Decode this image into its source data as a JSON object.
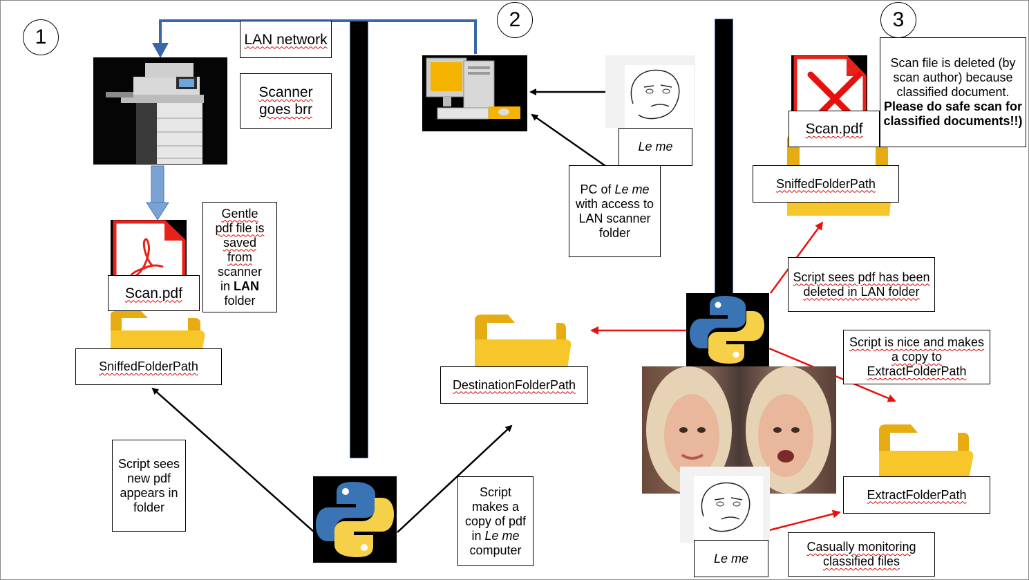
{
  "steps": {
    "one": "1",
    "two": "2",
    "three": "3"
  },
  "labels": {
    "lan_network": "LAN network",
    "scanner_goes_brr": "Scanner goes brr",
    "gentle_pdf": [
      "Gentle",
      "pdf file is",
      "saved",
      "from",
      "scanner",
      "in "
    ],
    "gentle_pdf_bold": "LAN",
    "gentle_pdf_end": "folder",
    "scan_pdf": "Scan.pdf",
    "sniffed_folder_path": "SniffedFolderPath",
    "script_sees_new_pdf": "Script sees new pdf appears in folder",
    "script_makes_copy_a": "Script makes a copy of pdf in ",
    "script_makes_copy_italic": "Le me",
    "script_makes_copy_b": "computer",
    "destination_folder_path": "DestinationFolderPath",
    "le_me": "Le me",
    "pc_of": "PC of ",
    "pc_rest": "with access to LAN scanner folder",
    "scan_deleted_a": "Scan file is deleted (by scan author) because classified document. ",
    "scan_deleted_bold": "Please do safe scan for classified documents!!)",
    "script_sees_deleted": "Script sees pdf has been deleted in LAN folder",
    "script_is_nice": "Script is nice and makes a copy to ExtractFolderPath",
    "extract_folder_path": "ExtractFolderPath",
    "casually_monitoring": "Casually monitoring classified files"
  },
  "colors": {
    "lan_line": "#3a67a8",
    "scanner_arrow": "#7aa2d4",
    "red_arrow": "#e8100c",
    "folder": "#f6c62b",
    "folder_dark": "#e0a800",
    "pdf_red": "#e8221b",
    "python_blue": "#3b74b4",
    "python_yellow": "#f7d04a"
  },
  "icons": [
    "printer-icon",
    "desktop-pc-icon",
    "python-logo-icon",
    "pdf-file-icon",
    "folder-icon",
    "meme-face-icon",
    "red-x-icon"
  ]
}
